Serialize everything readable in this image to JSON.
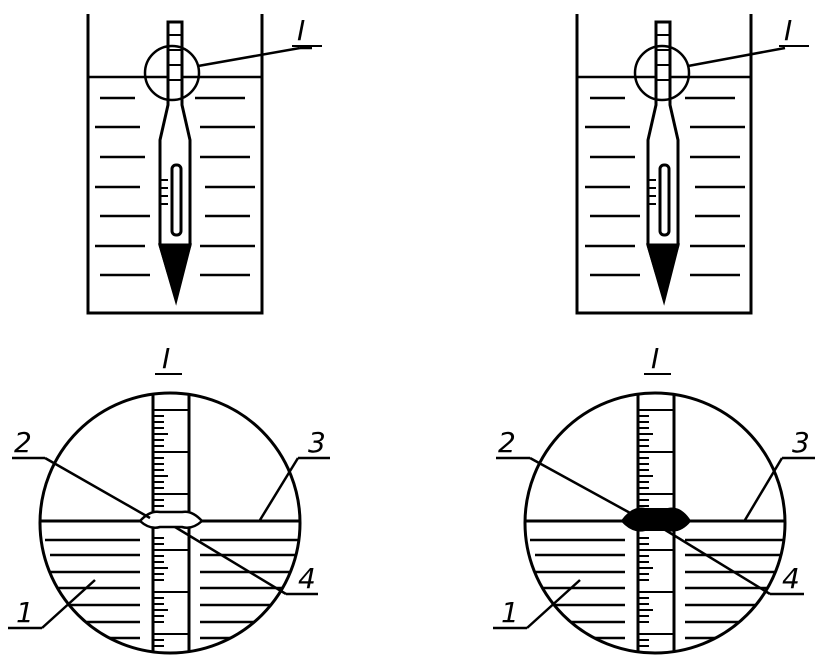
{
  "labels": {
    "detail_mark": "I",
    "liquid": "1",
    "meniscus_reading": "2",
    "liquid_surface": "3",
    "meniscus": "4"
  },
  "colors": {
    "ink": "#000000",
    "paper": "#ffffff"
  }
}
